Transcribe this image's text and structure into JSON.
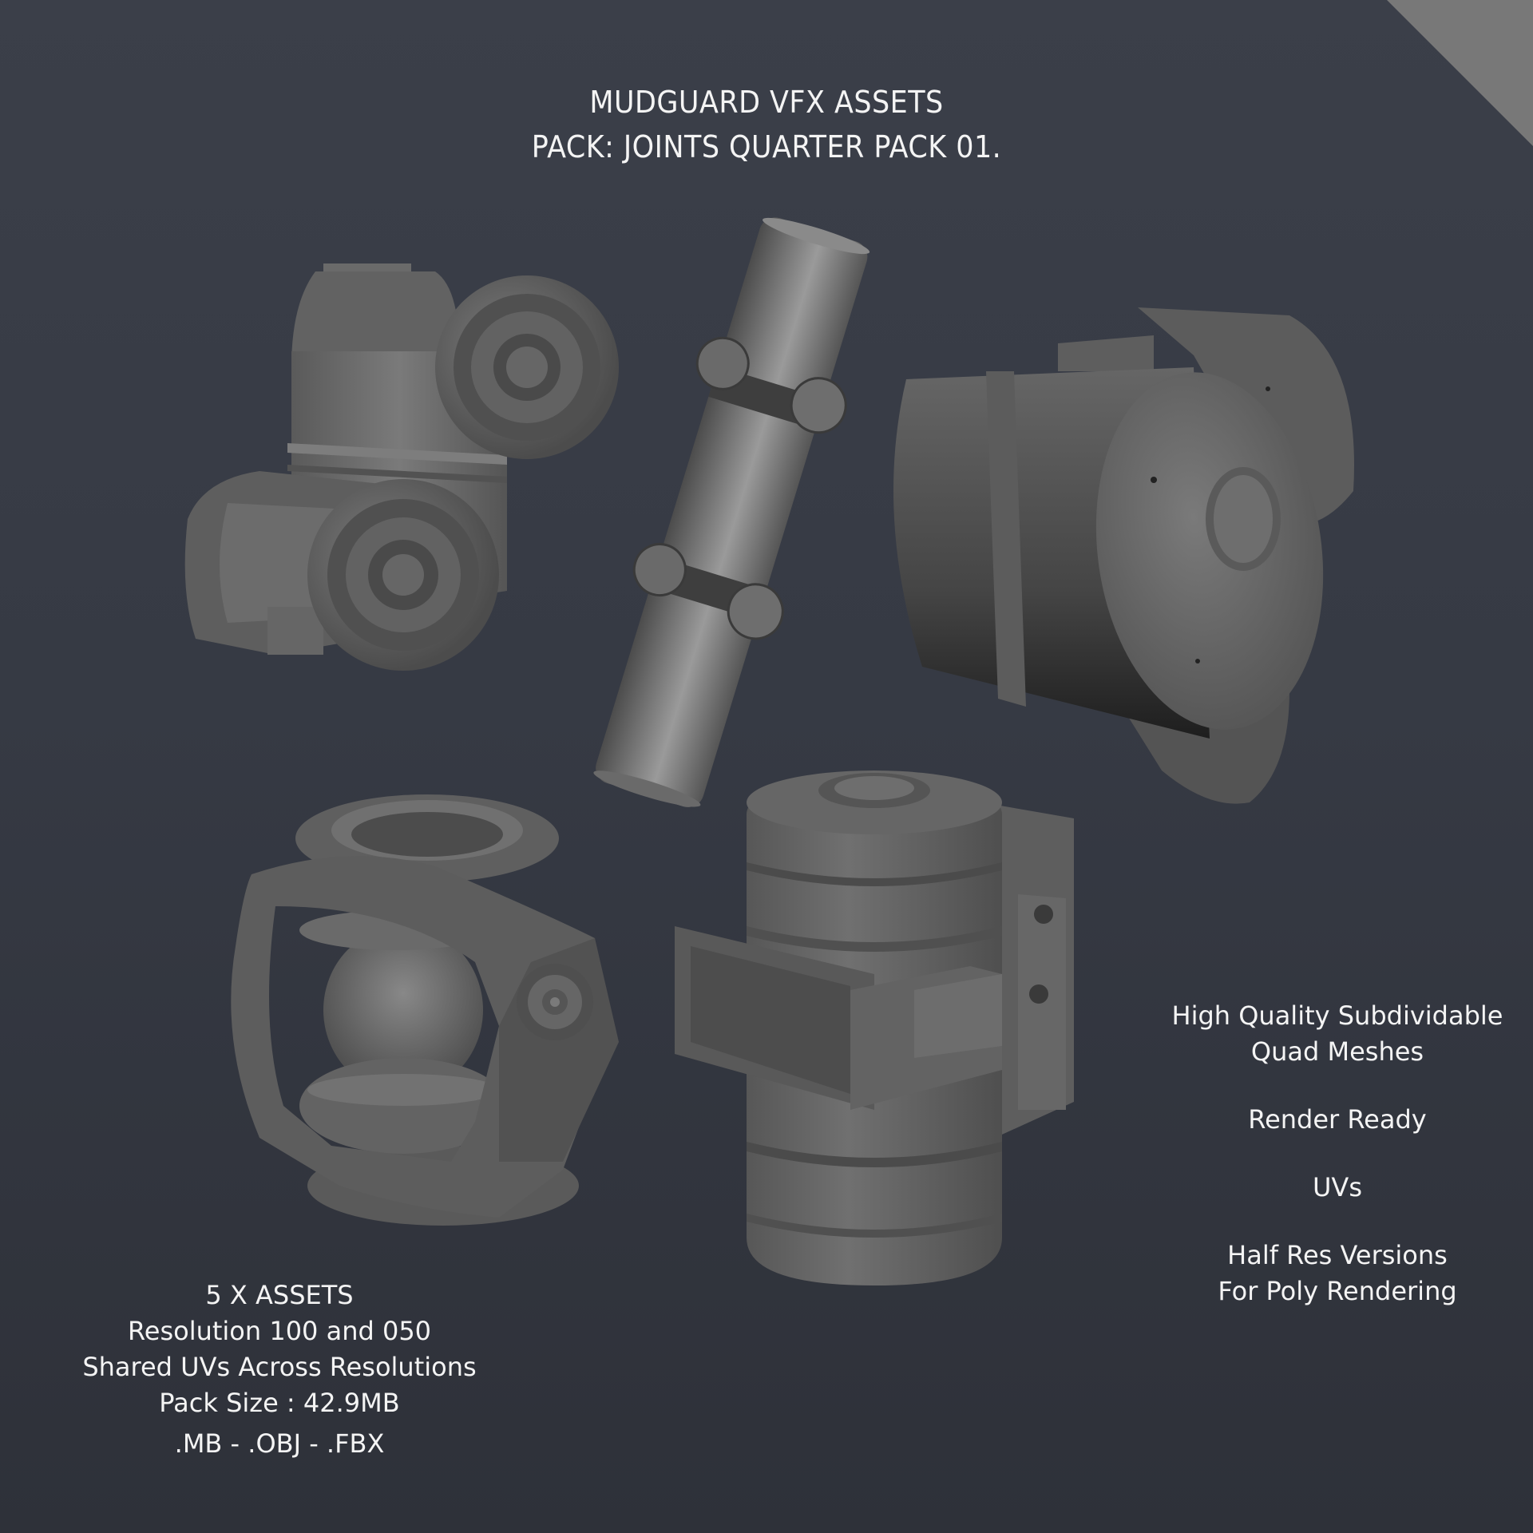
{
  "header": {
    "title_line1": "MUDGUARD VFX ASSETS",
    "title_line2": "PACK: JOINTS QUARTER PACK 01."
  },
  "pack_info": {
    "asset_count": "5 X  ASSETS",
    "resolution": "Resolution 100 and 050",
    "uvs": "Shared UVs Across Resolutions",
    "pack_size": "Pack Size : 42.9MB",
    "formats": ".MB - .OBJ - .FBX"
  },
  "features": {
    "quality_line1": "High Quality Subdividable",
    "quality_line2": "Quad Meshes",
    "render": "Render Ready",
    "uvs": "UVs",
    "half_res_line1": "Half Res Versions",
    "half_res_line2": "For Poly Rendering"
  },
  "assets": [
    {
      "name": "double-elbow-joint"
    },
    {
      "name": "universal-joint-shaft"
    },
    {
      "name": "cylinder-hinge-joint"
    },
    {
      "name": "ball-cage-joint"
    },
    {
      "name": "bracket-bushing-joint"
    }
  ],
  "colors": {
    "background": "#363a44",
    "text": "#f4f4f4",
    "model_grey": "#6e6e6e",
    "corner_triangle": "#787878"
  }
}
